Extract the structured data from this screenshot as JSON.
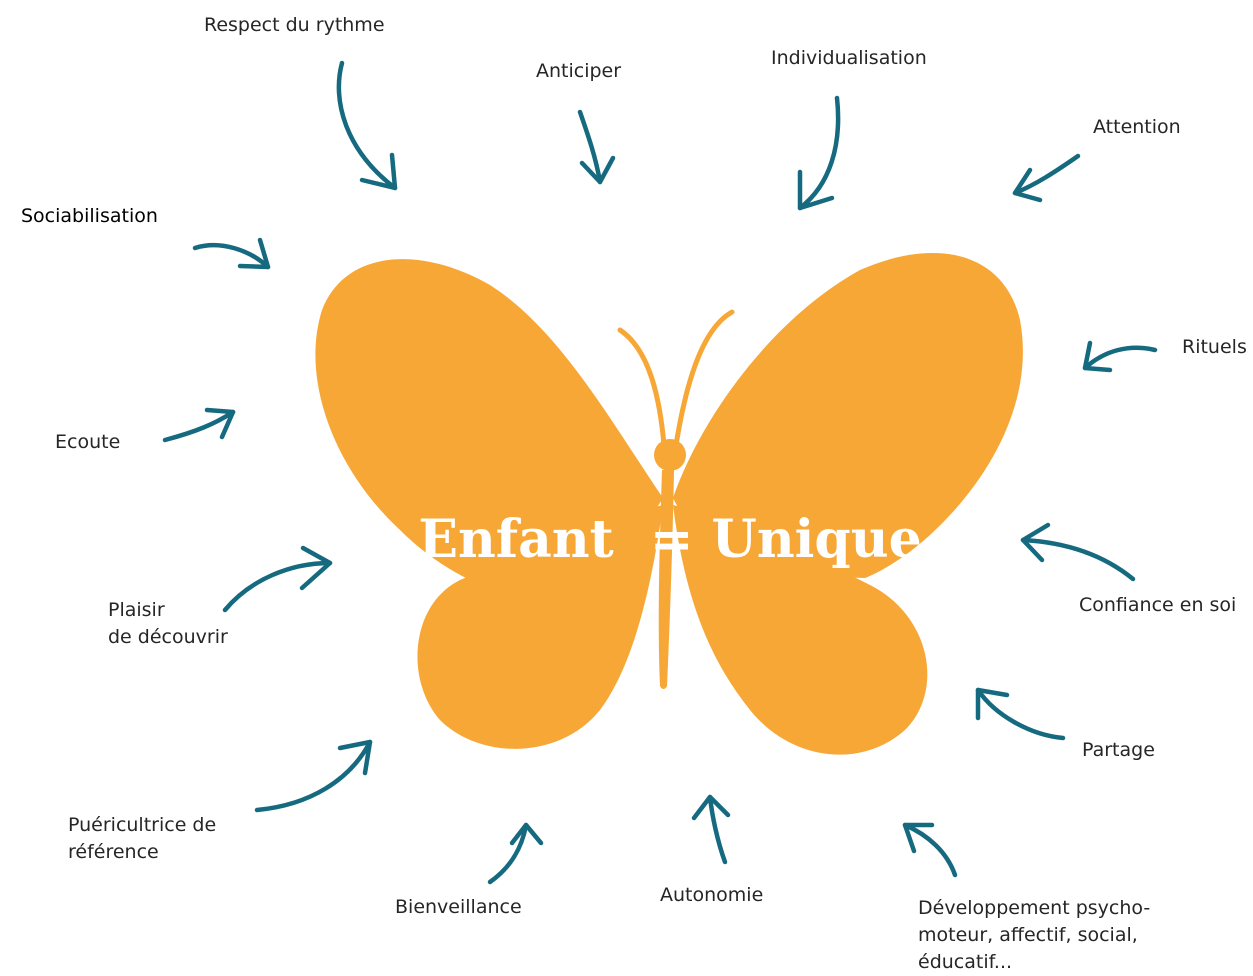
{
  "center": {
    "title": "Enfant  = Unique"
  },
  "labels": {
    "respect_du_rythme": "Respect du rythme",
    "anticiper": "Anticiper",
    "individualisation": "Individualisation",
    "attention": "Attention",
    "sociabilisation": "Sociabilisation",
    "rituels": "Rituels",
    "ecoute": "Ecoute",
    "confiance_en_soi": "Confiance en soi",
    "plaisir_de_decouvrir": "Plaisir\nde découvrir",
    "partage": "Partage",
    "puericultrice_de_reference": "Puéricultrice de\nréférence",
    "bienveillance": "Bienveillance",
    "autonomie": "Autonomie",
    "developpement": "Développement psycho-\nmoteur, affectif, social,\néducatif..."
  },
  "colors": {
    "butterfly": "#f7a736",
    "arrows": "#156a80",
    "title": "#ffffff",
    "text": "#262626"
  }
}
